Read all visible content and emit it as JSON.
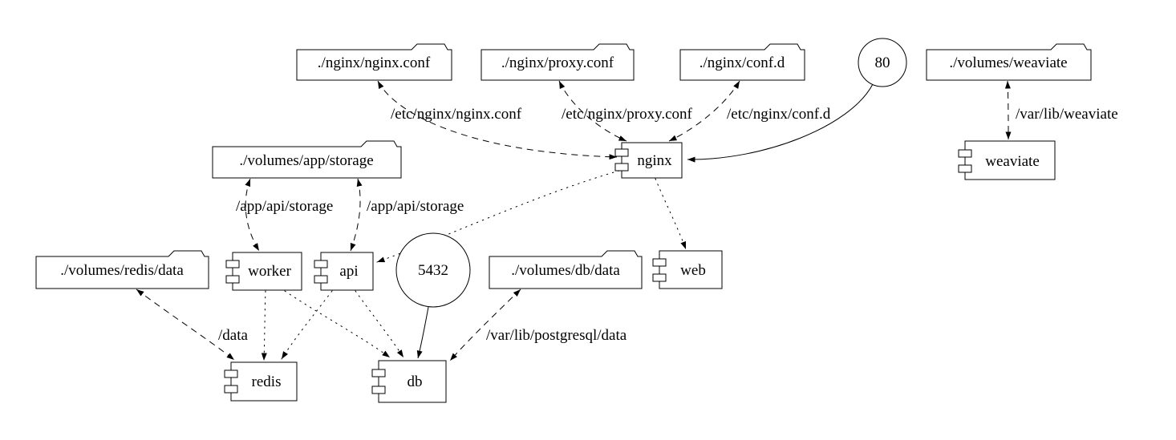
{
  "diagram": {
    "colors": {
      "background": "#ffffff",
      "line": "#000000",
      "text": "#000000"
    },
    "nodes": {
      "nginx_conf_file": {
        "label": "./nginx/nginx.conf",
        "shape": "folder"
      },
      "proxy_conf_file": {
        "label": "./nginx/proxy.conf",
        "shape": "folder"
      },
      "conf_d_dir": {
        "label": "./nginx/conf.d",
        "shape": "folder"
      },
      "port_80": {
        "label": "80",
        "shape": "circle"
      },
      "volumes_weaviate": {
        "label": "./volumes/weaviate",
        "shape": "folder"
      },
      "volumes_app_storage": {
        "label": "./volumes/app/storage",
        "shape": "folder"
      },
      "nginx": {
        "label": "nginx",
        "shape": "component"
      },
      "weaviate": {
        "label": "weaviate",
        "shape": "component"
      },
      "volumes_redis_data": {
        "label": "./volumes/redis/data",
        "shape": "folder"
      },
      "worker": {
        "label": "worker",
        "shape": "component"
      },
      "api": {
        "label": "api",
        "shape": "component"
      },
      "port_5432": {
        "label": "5432",
        "shape": "circle"
      },
      "volumes_db_data": {
        "label": "./volumes/db/data",
        "shape": "folder"
      },
      "web": {
        "label": "web",
        "shape": "component"
      },
      "redis": {
        "label": "redis",
        "shape": "component"
      },
      "db": {
        "label": "db",
        "shape": "component"
      }
    },
    "edges": [
      {
        "from": "nginx",
        "to": "nginx_conf_file",
        "style": "dashed",
        "bidirectional": true,
        "label": "/etc/nginx/nginx.conf"
      },
      {
        "from": "nginx",
        "to": "proxy_conf_file",
        "style": "dashed",
        "bidirectional": true,
        "label": "/etc/nginx/proxy.conf"
      },
      {
        "from": "nginx",
        "to": "conf_d_dir",
        "style": "dashed",
        "bidirectional": true,
        "label": "/etc/nginx/conf.d"
      },
      {
        "from": "port_80",
        "to": "nginx",
        "style": "solid",
        "bidirectional": false,
        "label": ""
      },
      {
        "from": "weaviate",
        "to": "volumes_weaviate",
        "style": "dashed",
        "bidirectional": true,
        "label": "/var/lib/weaviate"
      },
      {
        "from": "worker",
        "to": "volumes_app_storage",
        "style": "dashed",
        "bidirectional": true,
        "label": "/app/api/storage"
      },
      {
        "from": "api",
        "to": "volumes_app_storage",
        "style": "dashed",
        "bidirectional": true,
        "label": "/app/api/storage"
      },
      {
        "from": "nginx",
        "to": "api",
        "style": "dotted",
        "bidirectional": false,
        "label": ""
      },
      {
        "from": "nginx",
        "to": "web",
        "style": "dotted",
        "bidirectional": false,
        "label": ""
      },
      {
        "from": "worker",
        "to": "redis",
        "style": "dotted",
        "bidirectional": false,
        "label": ""
      },
      {
        "from": "worker",
        "to": "db",
        "style": "dotted",
        "bidirectional": false,
        "label": ""
      },
      {
        "from": "api",
        "to": "redis",
        "style": "dotted",
        "bidirectional": false,
        "label": ""
      },
      {
        "from": "api",
        "to": "db",
        "style": "dotted",
        "bidirectional": false,
        "label": ""
      },
      {
        "from": "redis",
        "to": "volumes_redis_data",
        "style": "dashed",
        "bidirectional": true,
        "label": "/data"
      },
      {
        "from": "port_5432",
        "to": "db",
        "style": "solid",
        "bidirectional": false,
        "label": ""
      },
      {
        "from": "db",
        "to": "volumes_db_data",
        "style": "dashed",
        "bidirectional": true,
        "label": "/var/lib/postgresql/data"
      }
    ]
  }
}
